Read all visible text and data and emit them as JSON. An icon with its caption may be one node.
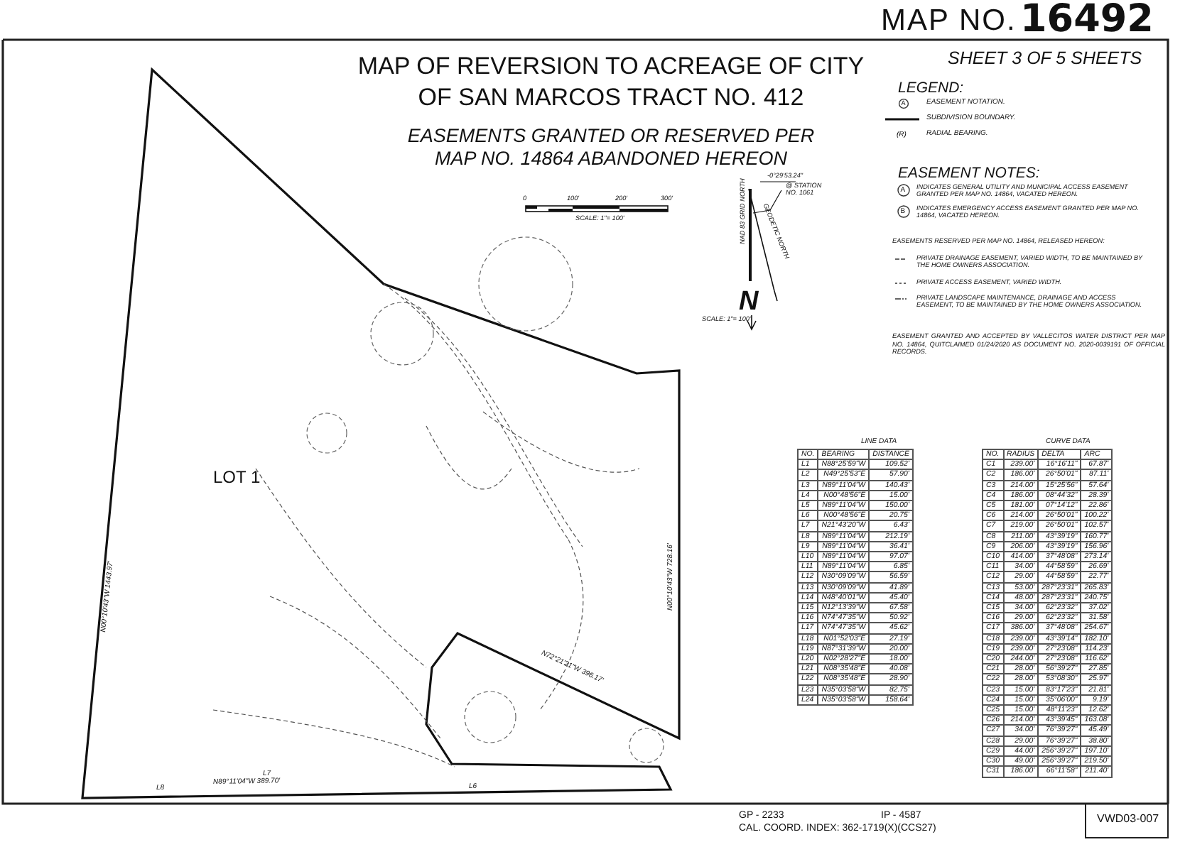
{
  "diagram": {
    "title": "MAP OF REVERSION TO ACREAGE OF CITY OF SAN MARCOS TRACT NO. 412",
    "labels": [
      "MAP NO.",
      "16492",
      "SHEET 3 OF 5 SHEETS",
      "EASEMENTS GRANTED OR RESERVED PER MAP NO. 14864 ABANDONED HEREON",
      "LEGEND:",
      "A",
      "(R)",
      "EASEMENT NOTES:",
      "A",
      "INDICATES GENERAL UTILITY AND MUNICIPAL ACCESS EASEMENT GRANTED PER MAP NO. 14864, VACATED HEREON.",
      "B",
      "INDICATES EMERGENCY ACCESS EASEMENT GRANTED PER MAP NO. 14864, VACATED HEREON.",
      "EASEMENTS RESERVED PER MAP NO. 14864, RELEASED HEREON:",
      "PRIVATE DRAINAGE EASEMENT, VARIED WIDTH, TO BE MAINTAINED BY THE HOME OWNERS ASSOCIATION.",
      "PRIVATE ACCESS EASEMENT, VARIED WIDTH.",
      "PRIVATE LANDSCAPE MAINTENANCE, DRAINAGE AND ACCESS EASEMENT, TO BE MAINTAINED BY THE HOME OWNERS ASSOCIATION.",
      "EASEMENT GRANTED AND ACCEPTED BY VALLECITOS WATER DISTRICT PER MAP NO. 14864, QUITCLAIMED 01/24/2020 AS DOCUMENT NO. 2020-0039191 OF OFFICIAL RECORDS.",
      "0",
      "100'",
      "200'",
      "300'",
      "SCALE: 1\"= 100'",
      "-0°29'53.24\"",
      "@ STATION NO. 1061",
      "NAD 83 GRID NORTH",
      "GEODETIC NORTH",
      "N",
      "SCALE: 1\"= 100'",
      "LOT 1",
      "N00°10'43\"W 1443.97'",
      "N89°11'04\"W 389.70'",
      "N00°10'43\"W 728.16'",
      "N72°21'21\"W 396.17'",
      "L8",
      "L7",
      "L6",
      "GP - 2233",
      "IP - 4587",
      "CAL. COORD. INDEX: 362-1719(X)(CCS27)",
      "VWD03-007",
      "LINE DATA",
      "NO.",
      "BEARING",
      "DISTANCE",
      "L1",
      "N88°25'59\"W",
      "109.52'",
      "L2",
      "N49°25'53\"E",
      "57.90'",
      "L3",
      "N89°11'04\"W",
      "140.43'",
      "L4",
      "N00°48'56\"E",
      "15.00'",
      "L5",
      "N89°11'04\"W",
      "150.00'",
      "L6",
      "N00°48'56\"E",
      "20.75'",
      "L7",
      "N21°43'20\"W",
      "6.43'",
      "L8",
      "N89°11'04\"W",
      "212.19'",
      "L9",
      "N89°11'04\"W",
      "36.41'",
      "L10",
      "N89°11'04\"W",
      "97.07'",
      "L11",
      "N89°11'04\"W",
      "6.85'",
      "L12",
      "N30°09'09\"W",
      "56.59'",
      "L13",
      "N30°09'09\"W",
      "41.89'",
      "L14",
      "N48°40'01\"W",
      "45.40'",
      "L15",
      "N12°13'39\"W",
      "67.58'",
      "L16",
      "N74°47'35\"W",
      "50.92'",
      "L17",
      "N74°47'35\"W",
      "45.62'",
      "L18",
      "N01°52'03\"E",
      "27.19'",
      "L19",
      "N87°31'39\"W",
      "20.00'",
      "L20",
      "N02°28'27\"E",
      "18.00'",
      "L21",
      "N08°35'48\"E",
      "40.08'",
      "L22",
      "N08°35'48\"E",
      "28.90'",
      "L23",
      "N35°03'58\"W",
      "82.75'",
      "L24",
      "N35°03'58\"W",
      "158.64'",
      "CURVE DATA",
      "NO.",
      "RADIUS",
      "DELTA",
      "ARC",
      "C1",
      "239.00'",
      "16°16'11\"",
      "67.87'",
      "C2",
      "186.00'",
      "26°50'01\"",
      "87.11'",
      "C3",
      "214.00'",
      "15°25'56\"",
      "57.64'",
      "C4",
      "186.00'",
      "08°44'32\"",
      "28.39'",
      "C5",
      "181.00'",
      "07°14'12\"",
      "22.86'",
      "C6",
      "214.00'",
      "26°50'01\"",
      "100.22'",
      "C7",
      "219.00'",
      "26°50'01\"",
      "102.57'",
      "C8",
      "211.00'",
      "43°39'19\"",
      "160.77'",
      "C9",
      "206.00'",
      "43°39'19\"",
      "156.96'",
      "C10",
      "414.00'",
      "37°48'08\"",
      "273.14'",
      "C11",
      "34.00'",
      "44°58'59\"",
      "26.69'",
      "C12",
      "29.00'",
      "44°58'59\"",
      "22.77'",
      "C13",
      "53.00'",
      "287°23'31\"",
      "265.83'",
      "C14",
      "48.00'",
      "287°23'31\"",
      "240.75'",
      "C15",
      "34.00'",
      "62°23'32\"",
      "37.02'",
      "C16",
      "29.00'",
      "62°23'32\"",
      "31.58'",
      "C17",
      "386.00'",
      "37°48'08\"",
      "254.67'",
      "C18",
      "239.00'",
      "43°39'14\"",
      "182.10'",
      "C19",
      "239.00'",
      "27°23'08\"",
      "114.23'",
      "C20",
      "244.00'",
      "27°23'08\"",
      "116.62'",
      "C21",
      "28.00'",
      "56°39'27\"",
      "27.85'",
      "C22",
      "28.00'",
      "53°08'30\"",
      "25.97'",
      "C23",
      "15.00'",
      "83°17'23\"",
      "21.81'",
      "C24",
      "15.00'",
      "35°06'00\"",
      "9.19'",
      "C25",
      "15.00'",
      "48°11'23\"",
      "12.62'",
      "C26",
      "214.00'",
      "43°39'45\"",
      "163.08'",
      "C27",
      "34.00'",
      "76°39'27\"",
      "45.49'",
      "C28",
      "29.00'",
      "76°39'27\"",
      "38.80'",
      "C29",
      "44.00'",
      "256°39'27\"",
      "197.10'",
      "C30",
      "49.00'",
      "256°39'27\"",
      "219.50'",
      "C31",
      "186.00'",
      "66°11'58\"",
      "211.40'"
    ],
    "legend": [
      {
        "text": "EASEMENT NOTATION."
      },
      {
        "text": "SUBDIVISION BOUNDARY."
      },
      {
        "text": "RADIAL BEARING."
      }
    ]
  }
}
